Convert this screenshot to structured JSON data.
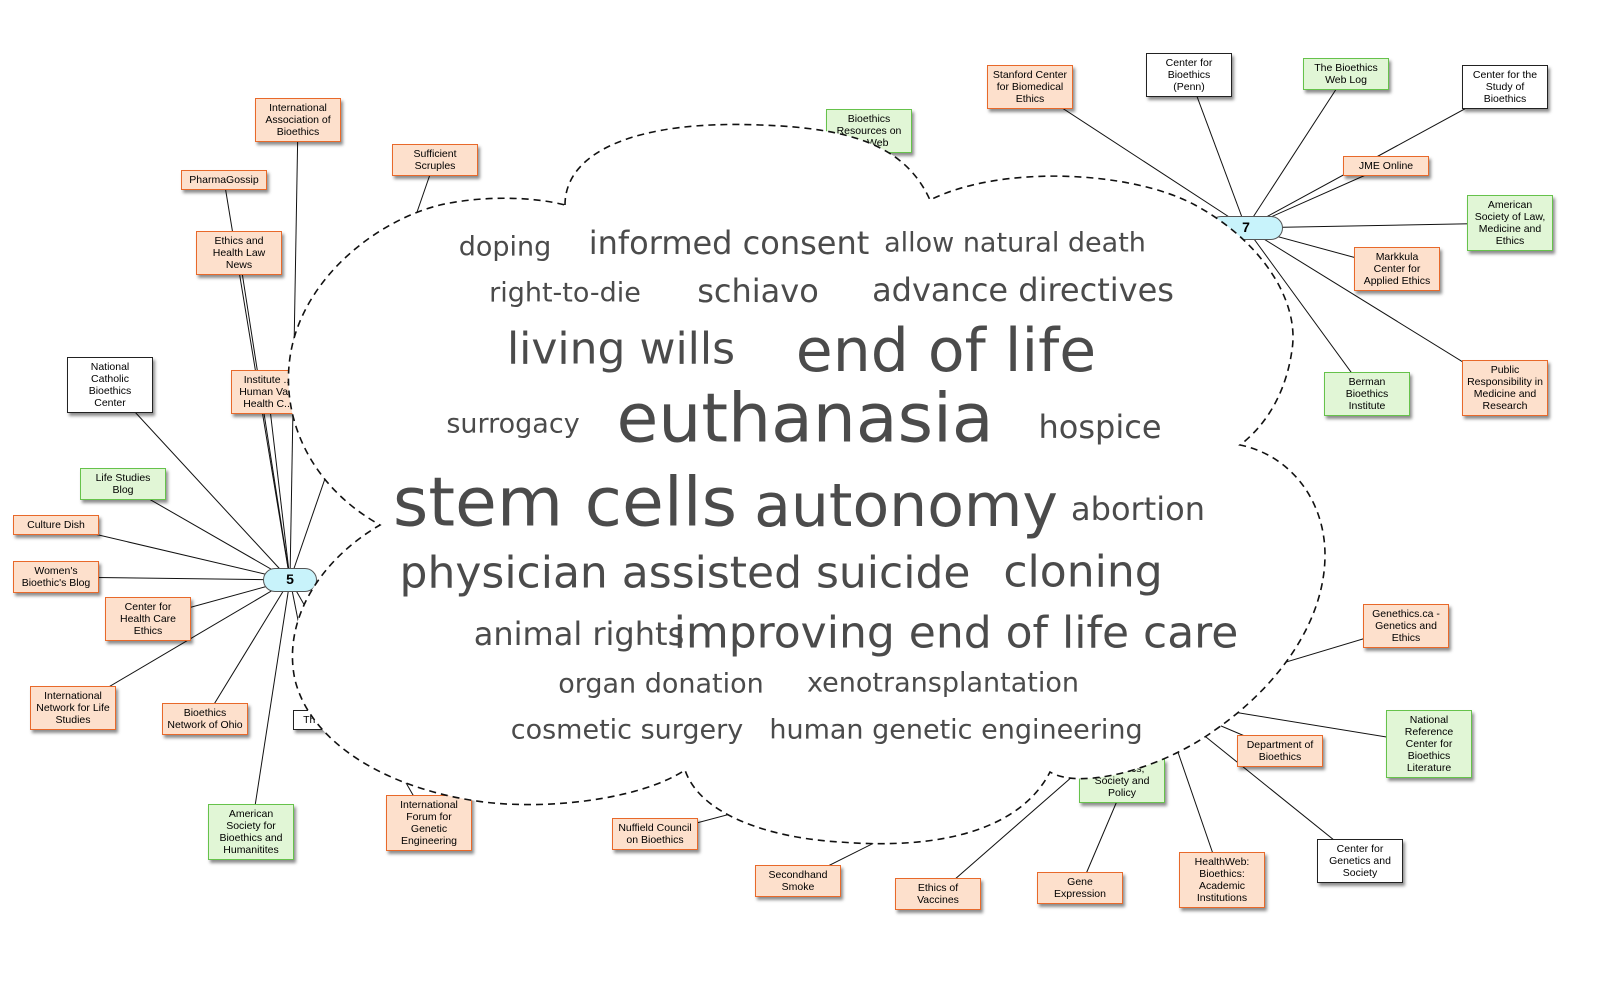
{
  "hubs": [
    {
      "id": "hub-5",
      "label": "5"
    },
    {
      "id": "hub-7",
      "label": "7"
    }
  ],
  "nodes": [
    {
      "id": "iab",
      "label": "International Association of Bioethics",
      "style": "orange",
      "hub": "hub-5"
    },
    {
      "id": "suff",
      "label": "Sufficient Scruples",
      "style": "orange",
      "hub": "hub-5"
    },
    {
      "id": "pharma",
      "label": "PharmaGossip",
      "style": "orange",
      "hub": "hub-5"
    },
    {
      "id": "ehln",
      "label": "Ethics and Health Law News",
      "style": "orange",
      "hub": "hub-5"
    },
    {
      "id": "ncbc",
      "label": "National Catholic Bioethics Center",
      "style": "white",
      "hub": "hub-5"
    },
    {
      "id": "ihv",
      "label": "Institute ... Human Va... Health C...",
      "style": "orange",
      "hub": "hub-5"
    },
    {
      "id": "lsb",
      "label": "Life Studies Blog",
      "style": "green",
      "hub": "hub-5"
    },
    {
      "id": "cdish",
      "label": "Culture Dish",
      "style": "orange",
      "hub": "hub-5"
    },
    {
      "id": "wbb",
      "label": "Women's Bioethic's Blog",
      "style": "orange",
      "hub": "hub-5"
    },
    {
      "id": "chce",
      "label": "Center for Health Care Ethics",
      "style": "orange",
      "hub": "hub-5"
    },
    {
      "id": "inls",
      "label": "International Network for Life Studies",
      "style": "orange",
      "hub": "hub-5"
    },
    {
      "id": "bno",
      "label": "Bioethics Network of Ohio",
      "style": "orange",
      "hub": "hub-5"
    },
    {
      "id": "the",
      "label": "The ...",
      "style": "white",
      "hub": "hub-5"
    },
    {
      "id": "asbh",
      "label": "American Society for Bioethics and Humanitites",
      "style": "green",
      "hub": "hub-5"
    },
    {
      "id": "ifge",
      "label": "International Forum for Genetic Engineering",
      "style": "orange",
      "hub": "hub-5"
    },
    {
      "id": "stan",
      "label": "Stanford Center for Biomedical Ethics",
      "style": "orange",
      "hub": "hub-7"
    },
    {
      "id": "penn",
      "label": "Center for Bioethics (Penn)",
      "style": "white",
      "hub": "hub-7"
    },
    {
      "id": "tbwl",
      "label": "The Bioethics Web Log",
      "style": "green",
      "hub": "hub-7"
    },
    {
      "id": "csb",
      "label": "Center for the Study of Bioethics",
      "style": "white",
      "hub": "hub-7"
    },
    {
      "id": "jme",
      "label": "JME Online",
      "style": "orange",
      "hub": "hub-7"
    },
    {
      "id": "aslme",
      "label": "American Society of Law, Medicine and Ethics",
      "style": "green",
      "hub": "hub-7"
    },
    {
      "id": "mark",
      "label": "Markkula Center for Applied Ethics",
      "style": "orange",
      "hub": "hub-7"
    },
    {
      "id": "berman",
      "label": "Berman Bioethics Institute",
      "style": "green",
      "hub": "hub-7"
    },
    {
      "id": "pub",
      "label": "Public Responsibility in Medicine and Research",
      "style": "orange",
      "hub": "hub-7"
    },
    {
      "id": "brw",
      "label": "Bioethics Resources on the Web",
      "style": "green",
      "hub": null
    },
    {
      "id": "gca",
      "label": "Genethics.ca - Genetics and Ethics",
      "style": "orange",
      "hub": "hub-s"
    },
    {
      "id": "nrcbl",
      "label": "National Reference Center for Bioethics Literature",
      "style": "green",
      "hub": "hub-s"
    },
    {
      "id": "dob",
      "label": "Department of Bioethics",
      "style": "orange",
      "hub": "hub-s"
    },
    {
      "id": "gsp",
      "label": "...nomics, Society and Policy",
      "style": "green",
      "hub": "hub-s"
    },
    {
      "id": "cgs",
      "label": "Center for Genetics and Society",
      "style": "white",
      "hub": "hub-s"
    },
    {
      "id": "hweb",
      "label": "HealthWeb: Bioethics: Academic Institutions",
      "style": "orange",
      "hub": "hub-s"
    },
    {
      "id": "gexp",
      "label": "Gene Expression",
      "style": "orange",
      "hub": "hub-s"
    },
    {
      "id": "eov",
      "label": "Ethics of Vaccines",
      "style": "orange",
      "hub": "hub-s"
    },
    {
      "id": "smoke",
      "label": "Secondhand Smoke",
      "style": "orange",
      "hub": "hub-s"
    },
    {
      "id": "ncob",
      "label": "Nuffield Council on Bioethics",
      "style": "orange",
      "hub": "hub-s"
    }
  ],
  "cloud_terms": [
    {
      "text": "doping",
      "weight": 1
    },
    {
      "text": "informed consent",
      "weight": 2
    },
    {
      "text": "allow natural death",
      "weight": 1
    },
    {
      "text": "right-to-die",
      "weight": 1
    },
    {
      "text": "schiavo",
      "weight": 2
    },
    {
      "text": "advance directives",
      "weight": 2
    },
    {
      "text": "living wills",
      "weight": 3
    },
    {
      "text": "end of life",
      "weight": 4
    },
    {
      "text": "surrogacy",
      "weight": 1
    },
    {
      "text": "euthanasia",
      "weight": 5
    },
    {
      "text": "hospice",
      "weight": 2
    },
    {
      "text": "stem cells",
      "weight": 5
    },
    {
      "text": "autonomy",
      "weight": 4
    },
    {
      "text": "abortion",
      "weight": 2
    },
    {
      "text": "physician assisted suicide",
      "weight": 3
    },
    {
      "text": "cloning",
      "weight": 3
    },
    {
      "text": "animal rights",
      "weight": 2
    },
    {
      "text": "improving end of life care",
      "weight": 3
    },
    {
      "text": "organ donation",
      "weight": 1
    },
    {
      "text": "xenotransplantation",
      "weight": 1
    },
    {
      "text": "cosmetic surgery",
      "weight": 1
    },
    {
      "text": "human genetic engineering",
      "weight": 1
    }
  ]
}
